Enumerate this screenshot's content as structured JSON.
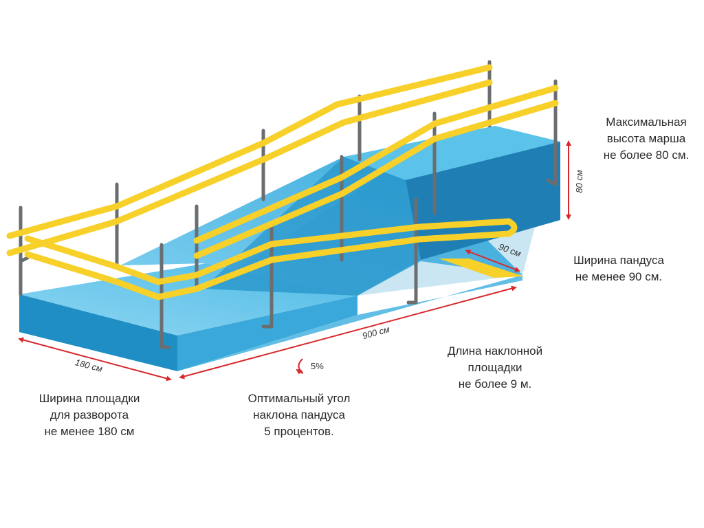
{
  "dimensions": {
    "height": "80 см",
    "width": "90 см",
    "length": "900 см",
    "platform": "180 см",
    "slope": "5%"
  },
  "captions": {
    "height": [
      "Максимальная",
      "высота марша",
      "не более 80 см."
    ],
    "width": [
      "Ширина пандуса",
      "не менее 90 см."
    ],
    "length": [
      "Длина наклонной",
      "площадки",
      "не более 9 м."
    ],
    "angle": [
      "Оптимальный угол",
      "наклона пандуса",
      "5 процентов."
    ],
    "platform": [
      "Ширина площадки",
      "для разворота",
      "не менее 180 см"
    ]
  },
  "colors": {
    "surface_top": "#5bc3ea",
    "surface_light": "#a7e0f5",
    "wall_dark": "#1f8ec4",
    "wall_mid": "#3aa8da",
    "rail": "#f7d02a",
    "post": "#6b6e70",
    "dimension": "#d7282c"
  }
}
